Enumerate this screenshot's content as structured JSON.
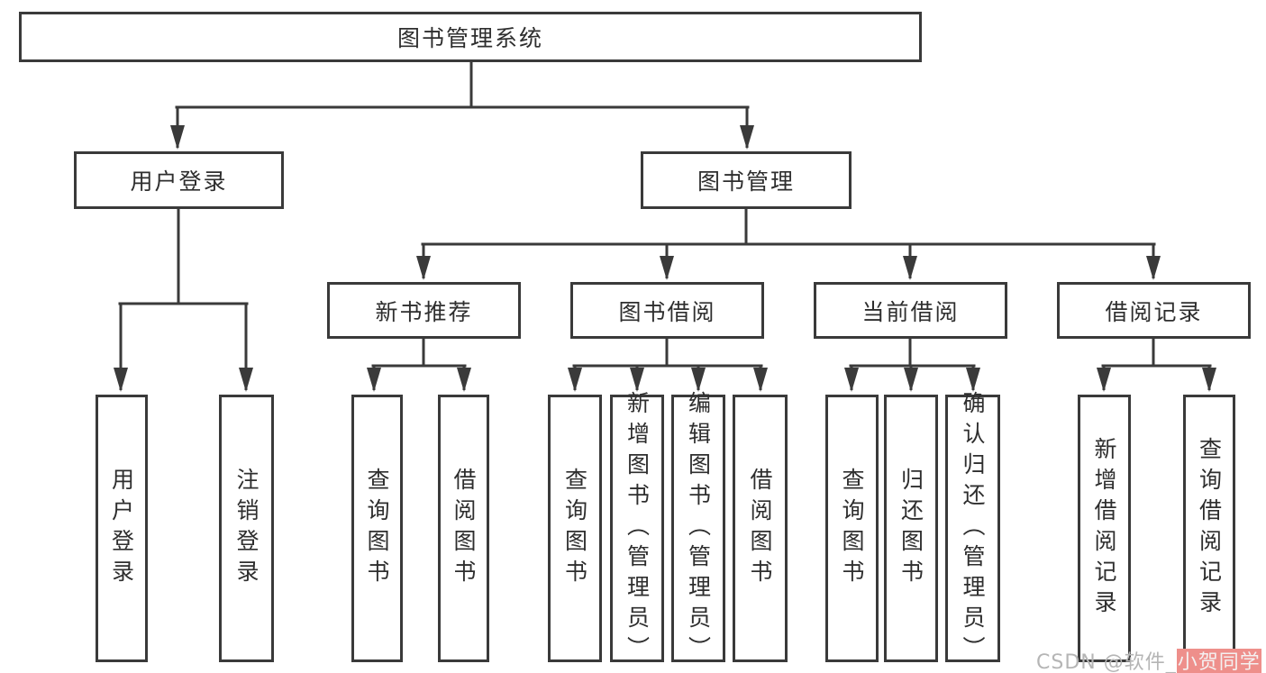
{
  "tree": {
    "root": {
      "label": "图书管理系统"
    },
    "branches": [
      {
        "label": "用户登录",
        "children": [
          {
            "label": "用户登录"
          },
          {
            "label": "注销登录"
          }
        ]
      },
      {
        "label": "图书管理",
        "groups": [
          {
            "label": "新书推荐",
            "children": [
              {
                "label": "查询图书"
              },
              {
                "label": "借阅图书"
              }
            ]
          },
          {
            "label": "图书借阅",
            "children": [
              {
                "label": "查询图书"
              },
              {
                "label": "新增图书（管理员）"
              },
              {
                "label": "编辑图书（管理员）"
              },
              {
                "label": "借阅图书"
              }
            ]
          },
          {
            "label": "当前借阅",
            "children": [
              {
                "label": "查询图书"
              },
              {
                "label": "归还图书"
              },
              {
                "label": "确认归还（管理员）"
              }
            ]
          },
          {
            "label": "借阅记录",
            "children": [
              {
                "label": "新增借阅记录"
              },
              {
                "label": "查询借阅记录"
              }
            ]
          }
        ]
      }
    ]
  },
  "watermark": {
    "prefix": "CSDN @软件_",
    "highlight": "小贺同学"
  },
  "colors": {
    "line": "#3a3a3a",
    "box_border": "#3a3a3a",
    "text": "#2e2e2e",
    "background": "#ffffff",
    "watermark_text": "#b5b5b5",
    "watermark_highlight_bg": "#ee8f8b"
  }
}
